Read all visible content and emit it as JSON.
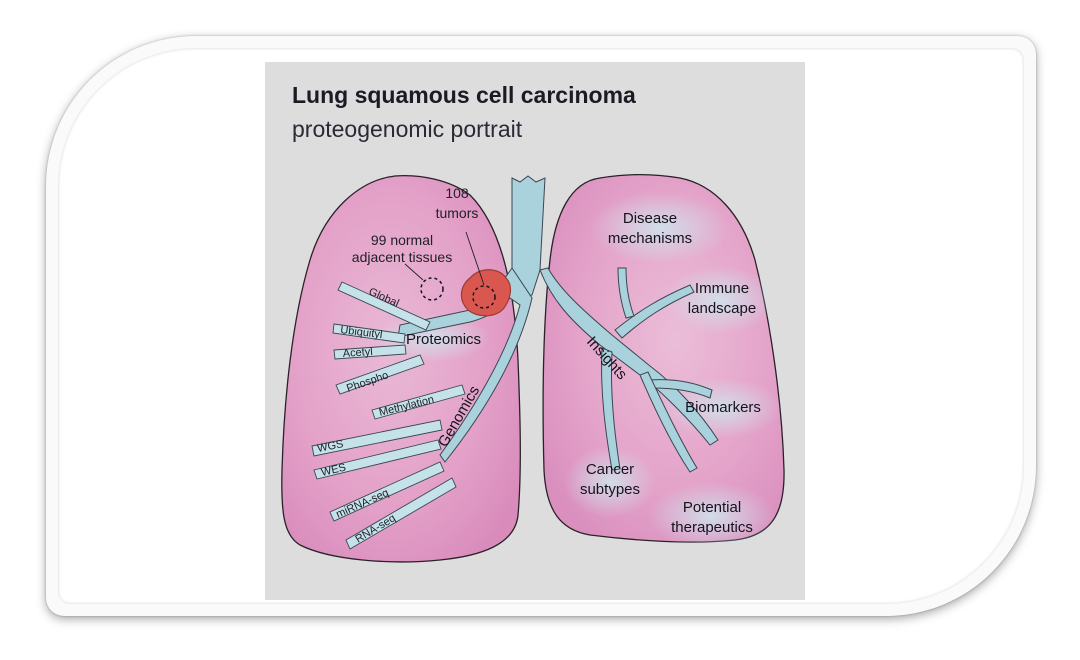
{
  "figure": {
    "title": "Lung squamous cell carcinoma",
    "subtitle": "proteogenomic portrait"
  },
  "samples": {
    "tumors": [
      "108",
      "tumors"
    ],
    "normals": [
      "99 normal",
      "adjacent tissues"
    ]
  },
  "proteomics": {
    "label": "Proteomics",
    "branches": [
      "Global",
      "Ubiquityl",
      "Acetyl",
      "Phospho"
    ]
  },
  "genomics": {
    "label": "Genomics",
    "branches": [
      "Methylation",
      "WGS",
      "WES",
      "miRNA-seq",
      "RNA-seq"
    ]
  },
  "insights": {
    "label": "Insights",
    "items": {
      "disease": [
        "Disease",
        "mechanisms"
      ],
      "immune": [
        "Immune",
        "landscape"
      ],
      "biomarkers": "Biomarkers",
      "subtypes": [
        "Cancer",
        "subtypes"
      ],
      "therapeutics": [
        "Potential",
        "therapeutics"
      ]
    }
  },
  "colors": {
    "lung": "#e6a9cd",
    "airway": "#a9d2dc",
    "tumor": "#d9574e",
    "poster_background": "#dddddd"
  }
}
